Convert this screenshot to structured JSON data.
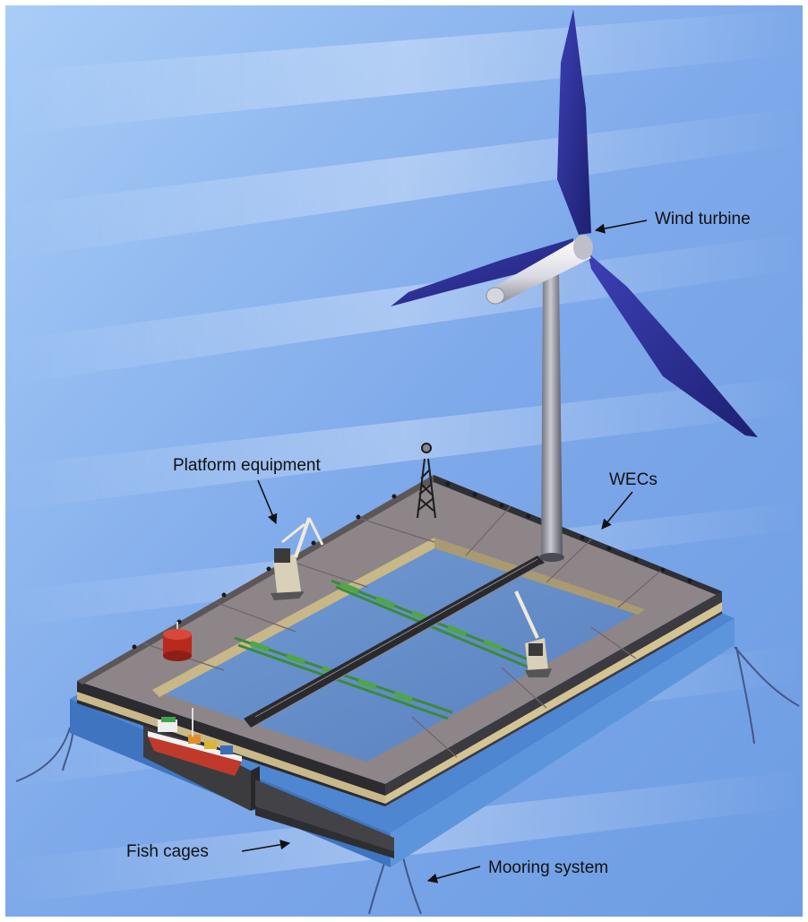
{
  "labels": {
    "wind_turbine": "Wind turbine",
    "platform_equipment": "Platform equipment",
    "wecs": "WECs",
    "fish_cages": "Fish cages",
    "mooring_system": "Mooring system"
  },
  "colors": {
    "sea_light": "#9cc3f4",
    "sea_dark": "#5f8fd6",
    "deck_top": "#8a8285",
    "deck_side": "#c9b98a",
    "deck_edge_dark": "#2a2a2e",
    "pontoon_blue": "#4f8ad6",
    "turbine_blade": "#2b2f8f",
    "nacelle": "#e8e8f0",
    "truss_green": "#3f8a3a",
    "cage": "#3a3a3c",
    "arrow": "#111111"
  }
}
